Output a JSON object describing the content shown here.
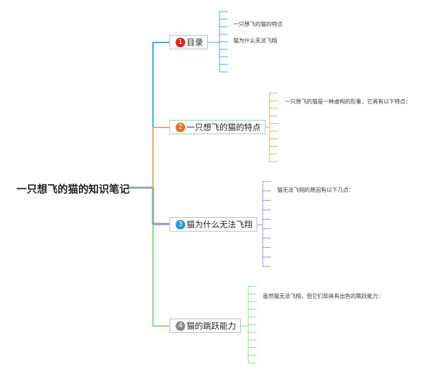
{
  "root": {
    "title": "一只想飞的猫的知识笔记"
  },
  "branches": [
    {
      "num": "1",
      "label": "目录",
      "color": "#4aa3df",
      "badge_color": "#d7261e",
      "leaves": [
        "一只想飞的猫的特点",
        "猫为什么无法飞翔"
      ]
    },
    {
      "num": "2",
      "label": "一只想飞的猫的特点",
      "color": "#f0a27a",
      "badge_color": "#e8721c",
      "leaves": [
        "一只想飞的猫是一种虚构的形象，它具有以下特点："
      ]
    },
    {
      "num": "3",
      "label": "猫为什么无法飞翔",
      "color": "#9b8ae0",
      "badge_color": "#2a9ad8",
      "leaves": [
        "猫无法飞翔的原因有以下几点："
      ]
    },
    {
      "num": "4",
      "label": "猫的跳跃能力",
      "color": "#8fd88a",
      "badge_color": "#8c8c8c",
      "leaves": [
        "虽然猫无法飞翔，但它们却具有出色的跳跃能力："
      ]
    }
  ]
}
